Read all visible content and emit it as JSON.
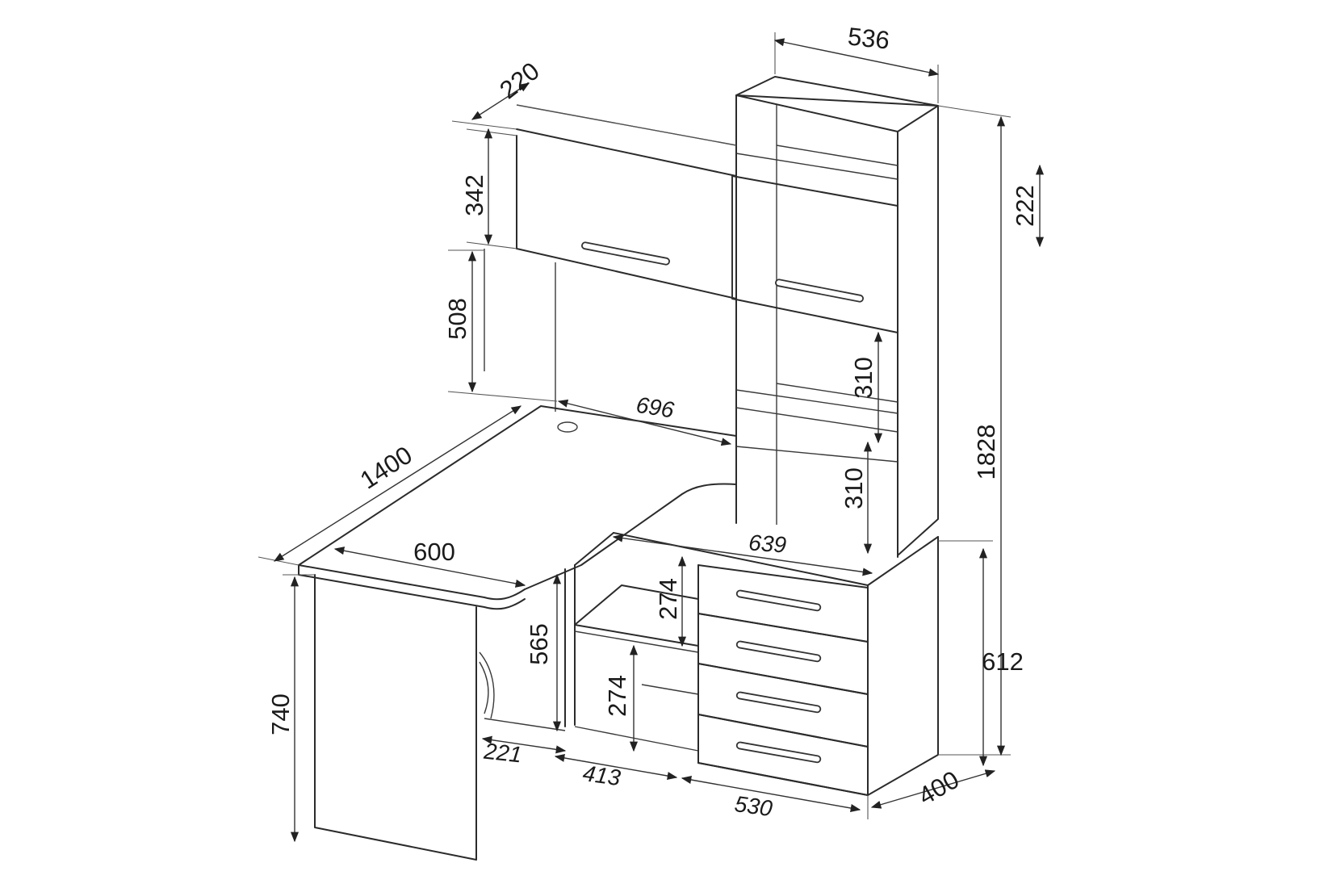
{
  "dimensions": {
    "shelf_width": "536",
    "top_cabinet_depth": "220",
    "top_cabinet_height": "342",
    "upper_gap_right": "222",
    "open_niche_height": "508",
    "upper_shelf_spacing": "310",
    "lower_shelf_spacing": "310",
    "hutch_span": "696",
    "total_height": "1828",
    "desk_length": "1400",
    "desk_depth": "600",
    "return_width": "639",
    "inner_shelf_upper": "274",
    "inner_shelf_lower": "274",
    "leg_clearance_height": "565",
    "desk_height": "740",
    "pedestal_height": "612",
    "leg_panel_depth": "221",
    "open_section_width": "413",
    "drawer_section_width": "530",
    "pedestal_depth": "400"
  }
}
